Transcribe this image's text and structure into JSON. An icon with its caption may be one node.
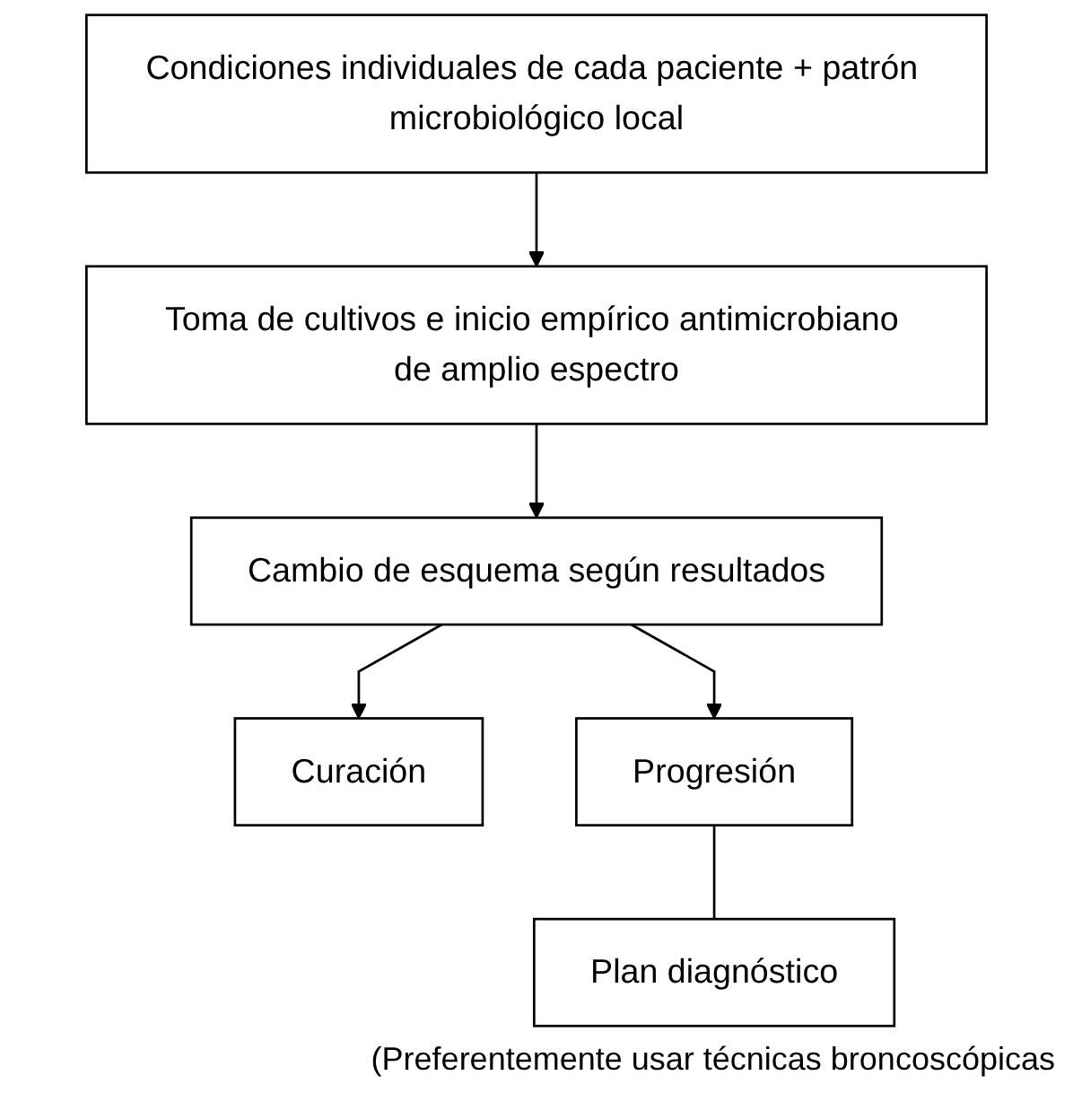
{
  "diagram": {
    "nodes": [
      {
        "text": [
          "Condiciones individuales de cada paciente + patrón microbiológico local"
        ]
      },
      {
        "text": [
          "Toma de cultivos e inicio empírico antimicrobiano de amplio espectro"
        ]
      },
      {
        "text": [
          "Cambio de esquema según resultados"
        ]
      },
      {
        "text": [
          "Curación"
        ]
      },
      {
        "text": [
          "Progresión"
        ]
      },
      {
        "text": [
          "Plan diagnóstico"
        ]
      }
    ],
    "edges": [
      {
        "from": 0,
        "to": 1,
        "arrow": "to"
      },
      {
        "from": 1,
        "to": 2,
        "arrow": "to"
      },
      {
        "from": 2,
        "to": 3,
        "arrow": "to"
      },
      {
        "from": 2,
        "to": 4,
        "arrow": "to"
      },
      {
        "from": 4,
        "to": 5,
        "arrow": "none"
      }
    ],
    "labels": [
      "(Preferentemente usar técnicas broncoscópicas"
    ]
  }
}
